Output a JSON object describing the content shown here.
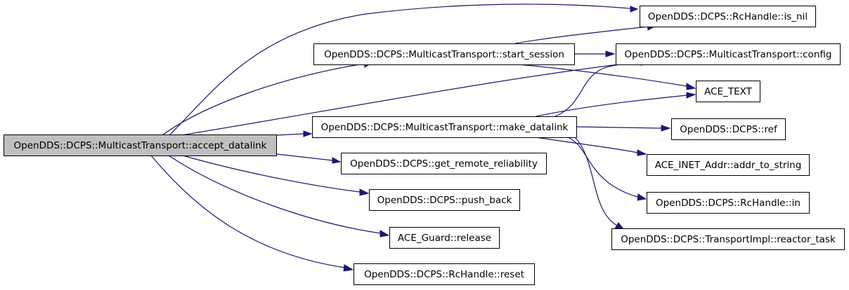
{
  "graph": {
    "root": "OpenDDS::DCPS::MulticastTransport::accept_datalink",
    "nodes": {
      "accept_datalink": "OpenDDS::DCPS::MulticastTransport::accept_datalink",
      "is_nil": "OpenDDS::DCPS::RcHandle::is_nil",
      "start_session": "OpenDDS::DCPS::MulticastTransport::start_session",
      "config": "OpenDDS::DCPS::MulticastTransport::config",
      "ace_text": "ACE_TEXT",
      "make_datalink": "OpenDDS::DCPS::MulticastTransport::make_datalink",
      "ref": "OpenDDS::DCPS::ref",
      "addr_to_string": "ACE_INET_Addr::addr_to_string",
      "get_remote_reliability": "OpenDDS::DCPS::get_remote_reliability",
      "push_back": "OpenDDS::DCPS::push_back",
      "rc_in": "OpenDDS::DCPS::RcHandle::in",
      "release": "ACE_Guard::release",
      "reactor_task": "OpenDDS::DCPS::TransportImpl::reactor_task",
      "reset": "OpenDDS::DCPS::RcHandle::reset"
    },
    "edge_color": "#191970",
    "root_fill": "#bfbfbf"
  }
}
